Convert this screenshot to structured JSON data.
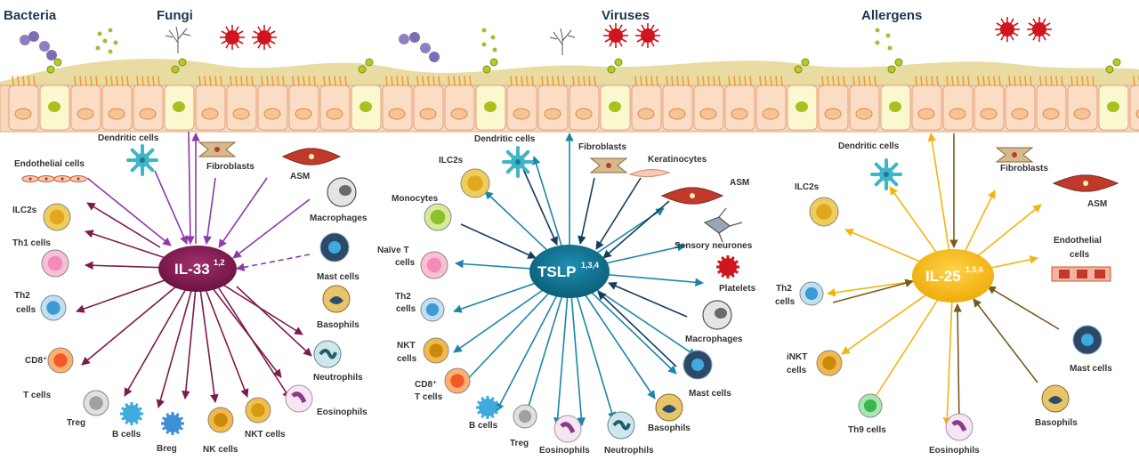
{
  "colors": {
    "il33": "#7b1b4e",
    "tslp": "#0e6e8c",
    "tslp_dark": "#153c5e",
    "il25": "#f2b40f",
    "il25_dark": "#7a5a1e",
    "epithelium_fill": "#f7d8bf",
    "mucus": "#e8dca2"
  },
  "pathogens": {
    "bacteria": "Bacteria",
    "fungi": "Fungi",
    "viruses": "Viruses",
    "allergens": "Allergens"
  },
  "hubs": {
    "il33": {
      "name": "IL-33",
      "sup": "1,2"
    },
    "tslp": {
      "name": "TSLP",
      "sup": "1,3,4"
    },
    "il25": {
      "name": "IL-25",
      "sup": "1,5,6"
    }
  },
  "il33_cells": {
    "dendritic": "Dendritic cells",
    "endothelial": "Endothelial  cells",
    "fibroblasts": "Fibroblasts",
    "asm": "ASM",
    "macrophages": "Macrophages",
    "mast": "Mast cells",
    "basophils": "Basophils",
    "neutrophils": "Neutrophils",
    "eosinophils": "Eosinophils",
    "ilc2": "ILC2s",
    "th1": "Th1 cells",
    "th2_a": "Th2",
    "th2_b": "cells",
    "cd8_a": "CD8⁺",
    "cd8_b": "T cells",
    "treg": "Treg",
    "bcells": "B cells",
    "breg": "Breg",
    "nk": "NK cells",
    "nkt": "NKT cells"
  },
  "tslp_cells": {
    "dendritic": "Dendritic cells",
    "fibroblasts": "Fibroblasts",
    "keratinocytes": "Keratinocytes",
    "asm": "ASM",
    "ilc2": "ILC2s",
    "monocytes": "Monocytes",
    "sensory": "Sensory neurones",
    "naive_a": "Naïve T",
    "naive_b": "cells",
    "platelets": "Platelets",
    "th2_a": "Th2",
    "th2_b": "cells",
    "macrophages": "Macrophages",
    "nkt_a": "NKT",
    "nkt_b": "cells",
    "cd8_a": "CD8⁺",
    "cd8_b": "T cells",
    "mast": "Mast cells",
    "bcells": "B cells",
    "treg": "Treg",
    "eosinophils": "Eosinophils",
    "neutrophils": "Neutrophils",
    "basophils": "Basophils"
  },
  "il25_cells": {
    "dendritic": "Dendritic cells",
    "fibroblasts": "Fibroblasts",
    "ilc2": "ILC2s",
    "asm": "ASM",
    "endothelial_a": "Endothelial",
    "endothelial_b": "cells",
    "th2_a": "Th2",
    "th2_b": "cells",
    "inkt_a": "iNKT",
    "inkt_b": "cells",
    "mast": "Mast cells",
    "th9": "Th9 cells",
    "eosinophils": "Eosinophils",
    "basophils": "Basophils"
  }
}
